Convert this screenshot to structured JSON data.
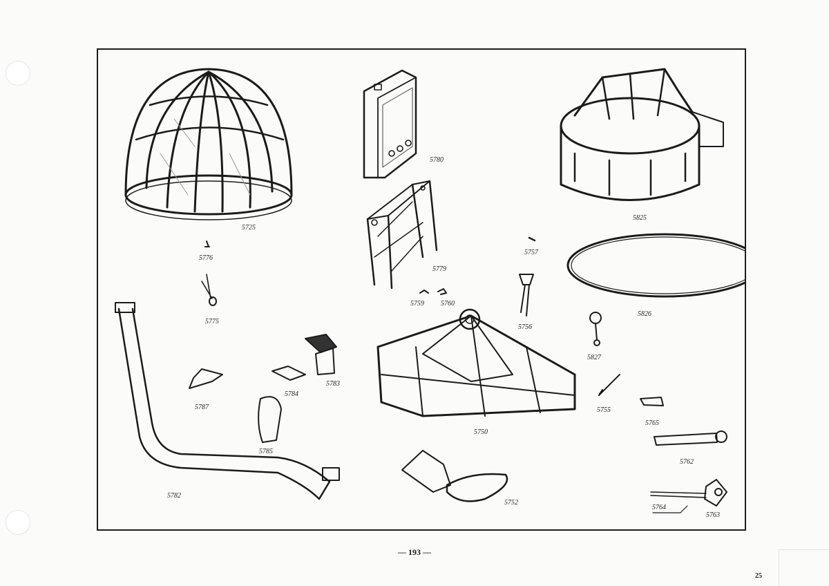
{
  "page_number": "— 193 —",
  "corner_number": "25",
  "part_labels": {
    "p5725": "5725",
    "p5780": "5780",
    "p5825": "5825",
    "p5779": "5779",
    "p5776": "5776",
    "p5757": "5757",
    "p5775": "5775",
    "p5759": "5759",
    "p5760": "5760",
    "p5756": "5756",
    "p5826": "5826",
    "p5827": "5827",
    "p5783": "5783",
    "p5784": "5784",
    "p5787": "5787",
    "p5750": "5750",
    "p5755": "5755",
    "p5765": "5765",
    "p5785": "5785",
    "p5762": "5762",
    "p5782": "5782",
    "p5752": "5752",
    "p5764": "5764",
    "p5763": "5763"
  }
}
